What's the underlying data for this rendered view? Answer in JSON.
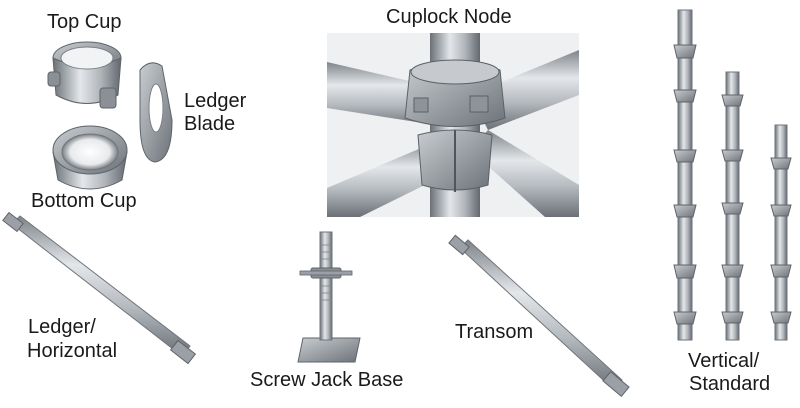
{
  "labels": {
    "top_cup": "Top Cup",
    "ledger_blade_line1": "Ledger",
    "ledger_blade_line2": "Blade",
    "bottom_cup": "Bottom Cup",
    "cuplock_node": "Cuplock Node",
    "ledger_horizontal_line1": "Ledger/",
    "ledger_horizontal_line2": "Horizontal",
    "screw_jack_base": "Screw Jack Base",
    "transom": "Transom",
    "vertical_standard_line1": "Vertical/",
    "vertical_standard_line2": "Standard"
  },
  "colors": {
    "background": "#ffffff",
    "text": "#1a1a1a",
    "steel_light": "#d9dcdf",
    "steel_mid": "#a9aeb3",
    "steel_dark": "#6f757b"
  }
}
